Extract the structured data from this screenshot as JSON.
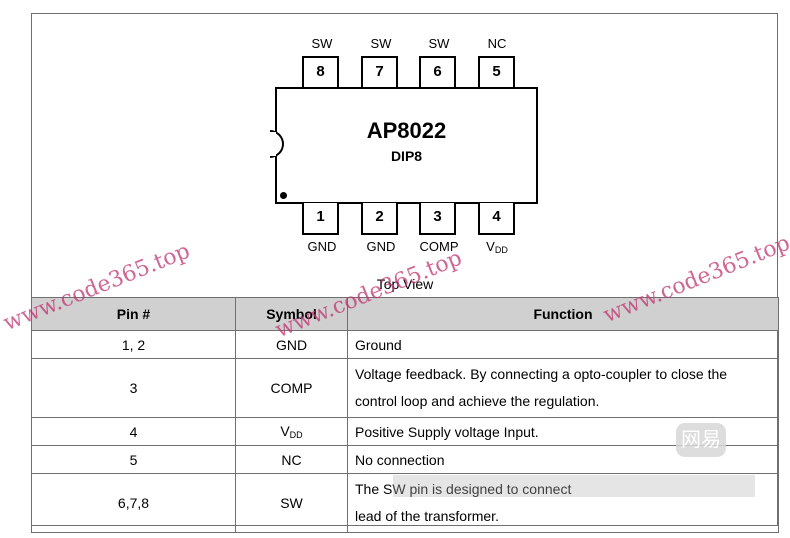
{
  "chip": {
    "name": "AP8022",
    "package": "DIP8"
  },
  "pins_top": [
    {
      "num": "8",
      "label": "SW"
    },
    {
      "num": "7",
      "label": "SW"
    },
    {
      "num": "6",
      "label": "SW"
    },
    {
      "num": "5",
      "label": "NC"
    }
  ],
  "pins_bottom": [
    {
      "num": "1",
      "label": "GND"
    },
    {
      "num": "2",
      "label": "GND"
    },
    {
      "num": "3",
      "label": "COMP"
    },
    {
      "num": "4",
      "label_main": "V",
      "label_sub": "DD"
    }
  ],
  "caption": "Top View",
  "table": {
    "headers": [
      "Pin #",
      "Symbol",
      "Function"
    ],
    "rows": [
      {
        "pin": "1, 2",
        "symbol": "GND",
        "function": "Ground"
      },
      {
        "pin": "3",
        "symbol": "COMP",
        "function": "Voltage feedback. By connecting a opto-coupler to close the control loop and achieve the regulation."
      },
      {
        "pin": "4",
        "symbol_main": "V",
        "symbol_sub": "DD",
        "function": "Positive Supply voltage Input."
      },
      {
        "pin": "5",
        "symbol": "NC",
        "function": "No connection"
      },
      {
        "pin": "6,7,8",
        "symbol": "SW",
        "function_visible": "The SW pin is designed to connect",
        "function_end": "lead of the transformer."
      }
    ]
  },
  "watermark": "www.code365.top",
  "logo_badge": "网易"
}
